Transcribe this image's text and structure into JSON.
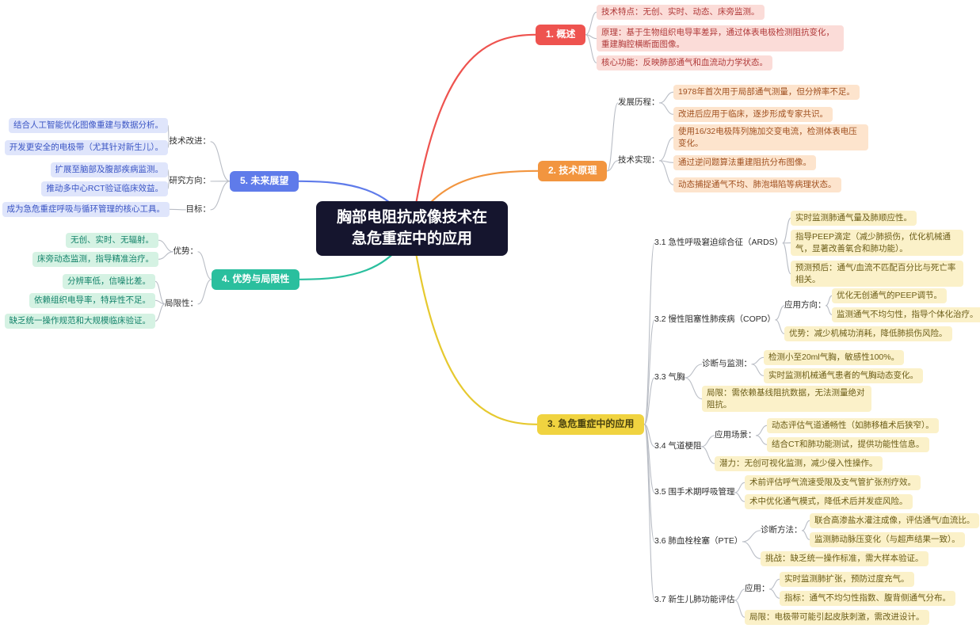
{
  "central_topic": {
    "line1": "胸部电阻抗成像技术在",
    "line2": "急危重症中的应用"
  },
  "branch1": {
    "label": "1. 概述",
    "items": [
      "技术特点：无创、实时、动态、床旁监测。",
      "原理：基于生物组织电导率差异，通过体表电极检测阻抗变化，重建胸腔横断面图像。",
      "核心功能：反映肺部通气和血流动力学状态。"
    ]
  },
  "branch2": {
    "label": "2. 技术原理",
    "development": {
      "label": "发展历程：",
      "items": [
        "1978年首次用于局部通气测量，但分辨率不足。",
        "改进后应用于临床，逐步形成专家共识。"
      ]
    },
    "implementation": {
      "label": "技术实现：",
      "items": [
        "使用16/32电极阵列施加交变电流，检测体表电压变化。",
        "通过逆问题算法重建阻抗分布图像。",
        "动态捕捉通气不均、肺泡塌陷等病理状态。"
      ]
    }
  },
  "branch3": {
    "label": "3. 急危重症中的应用",
    "ards": {
      "label": "3.1 急性呼吸窘迫综合征（ARDS）",
      "items": [
        "实时监测肺通气量及肺顺应性。",
        "指导PEEP滴定（减少肺损伤，优化机械通气，显著改善氧合和肺功能）。",
        "预测预后：通气/血流不匹配百分比与死亡率相关。"
      ]
    },
    "copd": {
      "label": "3.2 慢性阻塞性肺疾病（COPD）",
      "direction": {
        "label": "应用方向：",
        "items": [
          "优化无创通气的PEEP调节。",
          "监测通气不均匀性，指导个体化治疗。"
        ]
      },
      "advantage": "优势：减少机械功消耗，降低肺损伤风险。"
    },
    "pneumothorax": {
      "label": "3.3 气胸",
      "diagnosis": {
        "label": "诊断与监测：",
        "items": [
          "检测小至20ml气胸，敏感性100%。",
          "实时监测机械通气患者的气胸动态变化。"
        ]
      },
      "limitation": "局限：需依赖基线阻抗数据，无法测量绝对阻抗。"
    },
    "airway": {
      "label": "3.4 气道梗阻",
      "scenario": {
        "label": "应用场景：",
        "items": [
          "动态评估气道通畅性（如肺移植术后狭窄）。",
          "结合CT和肺功能测试，提供功能性信息。"
        ]
      },
      "potential": "潜力：无创可视化监测，减少侵入性操作。"
    },
    "perioperative": {
      "label": "3.5 围手术期呼吸管理",
      "items": [
        "术前评估呼气流速受限及支气管扩张剂疗效。",
        "术中优化通气模式，降低术后并发症风险。"
      ]
    },
    "pte": {
      "label": "3.6 肺血栓栓塞（PTE）",
      "diagnosis": {
        "label": "诊断方法：",
        "items": [
          "联合高渗盐水灌注成像，评估通气/血流比。",
          "监测肺动脉压变化（与超声结果一致）。"
        ]
      },
      "challenge": "挑战：缺乏统一操作标准，需大样本验证。"
    },
    "neonatal": {
      "label": "3.7 新生儿肺功能评估",
      "application": {
        "label": "应用：",
        "items": [
          "实时监测肺扩张，预防过度充气。",
          "指标：通气不均匀性指数、腹背侧通气分布。"
        ]
      },
      "limitation": "局限：电极带可能引起皮肤刺激，需改进设计。"
    }
  },
  "branch4": {
    "label": "4. 优势与局限性",
    "advantages": {
      "label": "优势：",
      "items": [
        "无创、实时、无辐射。",
        "床旁动态监测，指导精准治疗。"
      ]
    },
    "limitations": {
      "label": "局限性：",
      "items": [
        "分辨率低，信噪比差。",
        "依赖组织电导率，特异性不足。",
        "缺乏统一操作规范和大规模临床验证。"
      ]
    }
  },
  "branch5": {
    "label": "5. 未来展望",
    "tech_improvement": {
      "label": "技术改进：",
      "items": [
        "结合人工智能优化图像重建与数据分析。",
        "开发更安全的电极带（尤其针对新生儿）。"
      ]
    },
    "research_direction": {
      "label": "研究方向：",
      "items": [
        "扩展至脑部及腹部疾病监测。",
        "推动多中心RCT验证临床效益。"
      ]
    },
    "goal": {
      "label": "目标：",
      "items": [
        "成为急危重症呼吸与循环管理的核心工具。"
      ]
    }
  },
  "colors": {
    "background": "#ffffff",
    "center_bg": "#15152e",
    "branch1": "#ee534f",
    "branch2": "#f2953f",
    "branch3": "#e6c92f",
    "branch4": "#2abf9e",
    "branch5": "#5f7bea",
    "connector": "#b9bdc5"
  }
}
